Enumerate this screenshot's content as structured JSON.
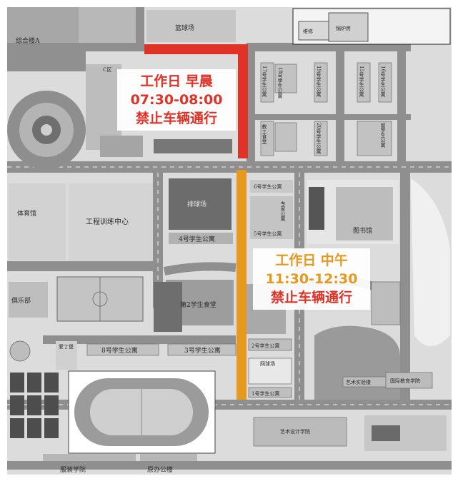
{
  "colors": {
    "morning_route": "#e03226",
    "noon_route": "#e59a1d",
    "road": "#8e8e8e",
    "building": "#cfcfcf",
    "block": "#dedede"
  },
  "notices": {
    "morning": {
      "line1": "工作日 早晨",
      "line2": "07:30-08:00",
      "line3": "禁止车辆通行"
    },
    "noon": {
      "line1": "工作日 中午",
      "line2": "11:30-12:30",
      "line3": "禁止车辆通行"
    }
  },
  "labels": {
    "zonghe": "综合楼A",
    "lanqiu": "篮球场",
    "weixiu": "维修",
    "guolu": "锅炉房",
    "cqu": "C区",
    "tiyuguan": "体育馆",
    "gongcheng": "工程训练中心",
    "paiqiu": "排球场",
    "apt4": "4号学生公寓",
    "apt5": "5号学生公寓",
    "apt6": "6号学生公寓",
    "zhuanjia": "专家公寓",
    "library": "图书馆",
    "julebu": "俱乐部",
    "canteen2": "第2学生食堂",
    "apt8": "8号学生公寓",
    "apt3": "3号学生公寓",
    "apt2": "2号学生公寓",
    "apt1": "1号学生公寓",
    "wangqiu": "网球场",
    "aidingbao": "爱丁堡",
    "yishu_shiyan": "艺术实验楼",
    "guoji": "国际教育学院",
    "yishu_sheji": "艺术设计学院",
    "fuzhuang": "服装学院",
    "yuanban": "原办公楼",
    "apt17": "17号学生公寓",
    "apt18": "18号学生公寓",
    "apt19": "19号学生公寓",
    "apt20": "20号学生公寓",
    "apt15": "15号学生公寓",
    "apt16": "16号学生公寓",
    "jiaoshi": "教工食堂",
    "liuxuesheng": "留学生公寓"
  }
}
